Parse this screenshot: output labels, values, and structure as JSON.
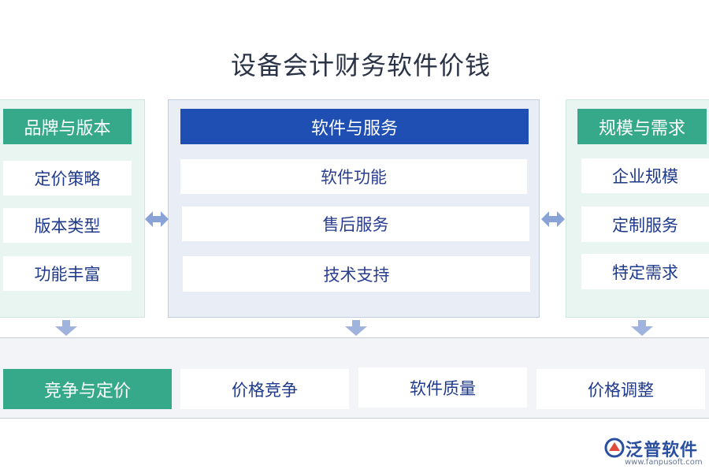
{
  "title": "设备会计财务软件价钱",
  "left_panel": {
    "header": "品牌与版本",
    "items": [
      "定价策略",
      "版本类型",
      "功能丰富"
    ]
  },
  "middle_panel": {
    "header": "软件与服务",
    "items": [
      "软件功能",
      "售后服务",
      "技术支持"
    ]
  },
  "right_panel": {
    "header": "规模与需求",
    "items": [
      "企业规模",
      "定制服务",
      "特定需求"
    ]
  },
  "bottom": {
    "header": "竞争与定价",
    "items": [
      "价格竞争",
      "软件质量",
      "价格调整"
    ]
  },
  "logo": {
    "name": "泛普软件",
    "url": "www.fanpusoft.com"
  },
  "colors": {
    "green": "#35a98a",
    "blue": "#1f4fb3",
    "text_blue": "#1f3a8a",
    "arrow": "#8aa3d6"
  }
}
